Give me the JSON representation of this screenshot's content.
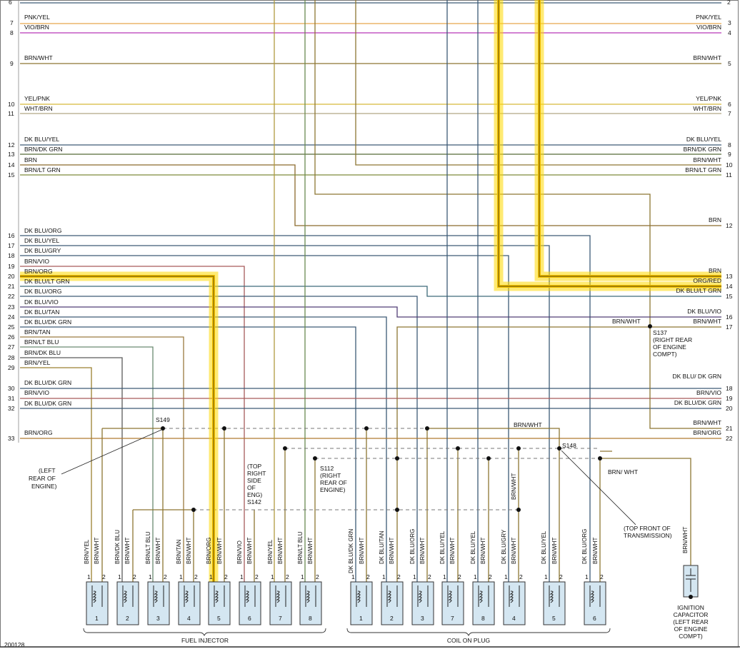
{
  "diagram": {
    "top_row_labels": {
      "left": "6",
      "right": "2"
    },
    "left_wires": [
      {
        "num": "7",
        "label": "PNK/YEL",
        "color": "#e8a64c"
      },
      {
        "num": "8",
        "label": "VIO/BRN",
        "color": "#b637b6"
      },
      {
        "num": "9",
        "label": "BRN/WHT",
        "color": "#8d7633"
      },
      {
        "num": "10",
        "label": "YEL/PNK",
        "color": "#d8b93a"
      },
      {
        "num": "11",
        "label": "WHT/BRN",
        "color": "#b0a884"
      },
      {
        "num": "12",
        "label": "DK BLU/YEL",
        "color": "#3d5b76"
      },
      {
        "num": "13",
        "label": "BRN/DK GRN",
        "color": "#566b37"
      },
      {
        "num": "14",
        "label": "BRN",
        "color": "#8b6a2c"
      },
      {
        "num": "15",
        "label": "BRN/LT GRN",
        "color": "#7d8a3c"
      },
      {
        "num": "16",
        "label": "DK BLU/ORG",
        "color": "#3d5b76"
      },
      {
        "num": "17",
        "label": "DK BLU/YEL",
        "color": "#3d5b76"
      },
      {
        "num": "18",
        "label": "DK BLU/GRY",
        "color": "#3d5b76"
      },
      {
        "num": "19",
        "label": "BRN/VIO",
        "color": "#a65a5a"
      },
      {
        "num": "20",
        "label": "BRN/ORG",
        "color": "#8b6a2c"
      },
      {
        "num": "21",
        "label": "DK BLU/LT GRN",
        "color": "#3d6b7a"
      },
      {
        "num": "22",
        "label": "DK BLU/ORG",
        "color": "#3d5b76"
      },
      {
        "num": "23",
        "label": "DK BLU/VIO",
        "color": "#523d76"
      },
      {
        "num": "24",
        "label": "DK BLU/TAN",
        "color": "#3d5b76"
      },
      {
        "num": "25",
        "label": "DK BLU/DK GRN",
        "color": "#3d5b76"
      },
      {
        "num": "26",
        "label": "BRN/TAN",
        "color": "#9a7a40"
      },
      {
        "num": "27",
        "label": "BRN/LT BLU",
        "color": "#6a8a70"
      },
      {
        "num": "28",
        "label": "BRN/DK BLU",
        "color": "#5a5a5a"
      },
      {
        "num": "29",
        "label": "BRN/YEL",
        "color": "#9a8030"
      },
      {
        "num": "30",
        "label": "DK BLU/DK GRN",
        "color": "#3d5b76"
      },
      {
        "num": "31",
        "label": "BRN/VIO",
        "color": "#a65a5a"
      },
      {
        "num": "32",
        "label": "DK BLU/DK GRN",
        "color": "#3d5b76"
      },
      {
        "num": "33",
        "label": "BRN/ORG",
        "color": "#b07a30"
      }
    ],
    "right_wires": [
      {
        "num": "3",
        "label": "PNK/YEL"
      },
      {
        "num": "4",
        "label": "VIO/BRN"
      },
      {
        "num": "5",
        "label": "BRN/WHT"
      },
      {
        "num": "6",
        "label": "YEL/PNK"
      },
      {
        "num": "7",
        "label": "WHT/BRN"
      },
      {
        "num": "8",
        "label": "DK BLU/YEL"
      },
      {
        "num": "9",
        "label": "BRN/DK GRN"
      },
      {
        "num": "10",
        "label": "BRN/WHT"
      },
      {
        "num": "11",
        "label": "BRN/LT GRN"
      },
      {
        "num": "12",
        "label": "BRN"
      },
      {
        "num": "13",
        "label": "BRN"
      },
      {
        "num": "14",
        "label": "ORG/RED"
      },
      {
        "num": "15",
        "label": "DK BLU/LT GRN"
      },
      {
        "num": "16",
        "label": "DK BLU/VIO"
      },
      {
        "num": "17",
        "label": "BRN/WHT"
      },
      {
        "num": "18",
        "label": "DK BLU/ DK GRN"
      },
      {
        "num": "19",
        "label": "BRN/VIO"
      },
      {
        "num": "20",
        "label": "DK BLU/DK GRN"
      },
      {
        "num": "21",
        "label": "BRN/WHT"
      },
      {
        "num": "22",
        "label": "BRN/ORG"
      }
    ],
    "mid_labels": {
      "brn_wht_s137": "BRN/WHT",
      "brn_wht_s148": "BRN/WHT",
      "brn_wht_vertical": "BRN/WHT",
      "brn_wht_side": "BRN/ WHT"
    },
    "splices": {
      "s149": "S149",
      "s142": "S142",
      "s112": "S112",
      "s137": "S137",
      "s148": "S148"
    },
    "notes": {
      "left_rear": [
        "(LEFT",
        "REAR OF",
        "ENGINE)"
      ],
      "top_right_side": [
        "(TOP",
        "RIGHT",
        "SIDE",
        "OF",
        "ENG)"
      ],
      "right_rear_s112": [
        "(RIGHT",
        "REAR OF",
        "ENGINE)"
      ],
      "right_rear_s137": [
        "(RIGHT REAR",
        "OF ENGINE",
        "COMPT)"
      ],
      "top_front_trans": [
        "(TOP FRONT OF",
        "TRANSMISSION)"
      ]
    },
    "injectors": [
      {
        "num": "1",
        "pin1": "BRN/YEL",
        "pin2": "BRN/WHT"
      },
      {
        "num": "2",
        "pin1": "BRN/DK BLU",
        "pin2": "BRN/WHT"
      },
      {
        "num": "3",
        "pin1": "BRN/LT BLU",
        "pin2": "BRN/WHT"
      },
      {
        "num": "4",
        "pin1": "BRN/TAN",
        "pin2": "BRN/WHT"
      },
      {
        "num": "5",
        "pin1": "BRN/ORG",
        "pin2": "BRN/WHT"
      },
      {
        "num": "6",
        "pin1": "BRN/VIO",
        "pin2": "BRN/WHT"
      },
      {
        "num": "7",
        "pin1": "BRN/YEL",
        "pin2": "BRN/WHT"
      },
      {
        "num": "8",
        "pin1": "BRN/LT BLU",
        "pin2": "BRN/WHT"
      }
    ],
    "coils": [
      {
        "num": "1",
        "pin1": "DK BLU/DK GRN",
        "pin2": "BRN/WHT"
      },
      {
        "num": "2",
        "pin1": "DK BLU/TAN",
        "pin2": "BRN/WHT"
      },
      {
        "num": "3",
        "pin1": "DK BLU/ORG",
        "pin2": "BRN/WHT"
      },
      {
        "num": "7",
        "pin1": "DK BLU/YEL",
        "pin2": "BRN/WHT"
      },
      {
        "num": "8",
        "pin1": "DK BLU/YEL",
        "pin2": "BRN/WHT"
      },
      {
        "num": "4",
        "pin1": "DK BLU/GRY",
        "pin2": "BRN/WHT"
      },
      {
        "num": "5",
        "pin1": "DK BLU/YEL",
        "pin2": "BRN/WHT"
      },
      {
        "num": "6",
        "pin1": "DK BLU/ORG",
        "pin2": "BRN/WHT"
      }
    ],
    "pin_labels": {
      "p1": "1",
      "p2": "2"
    },
    "group_labels": {
      "fuel_injector": "FUEL INJECTOR",
      "coil_on_plug": "COIL ON PLUG"
    },
    "capacitor": {
      "wire": "BRN/WHT",
      "label": [
        "IGNITION",
        "CAPACITOR",
        "(LEFT REAR",
        "OF ENGINE",
        "COMPT)"
      ]
    },
    "footer_id": "200128"
  }
}
